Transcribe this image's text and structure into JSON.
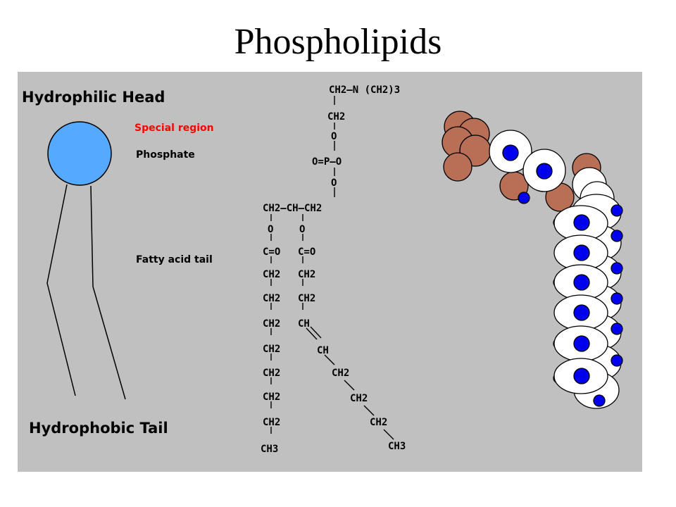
{
  "title": "Phospholipids",
  "labels": {
    "head": "Hydrophilic Head",
    "special": "Special region",
    "phosphate": "Phosphate",
    "tail": "Fatty acid tail",
    "hydrophobic": "Hydrophobic Tail"
  },
  "formula": {
    "choline": "CH2–N (CH2)3",
    "ch2_a": "CH2",
    "o_a": "O",
    "phos": "O=P–O",
    "o_b": "O",
    "glycerol": "CH2–CH–CH2",
    "chain1": [
      "O",
      "C=O",
      "CH2",
      "CH2",
      "CH2",
      "CH2",
      "CH2",
      "CH2",
      "CH2",
      "CH3"
    ],
    "chain2": [
      "O",
      "C=O",
      "CH2",
      "CH2",
      "CH"
    ],
    "chain2_bent": [
      "CH",
      "CH2",
      "CH2",
      "CH2",
      "CH3"
    ]
  },
  "colors": {
    "panel": "#c0c0c0",
    "head": "#55aaff",
    "special": "#ff0000",
    "brown": "#b86f55",
    "blue_dot": "#0000ee",
    "white": "#ffffff"
  }
}
